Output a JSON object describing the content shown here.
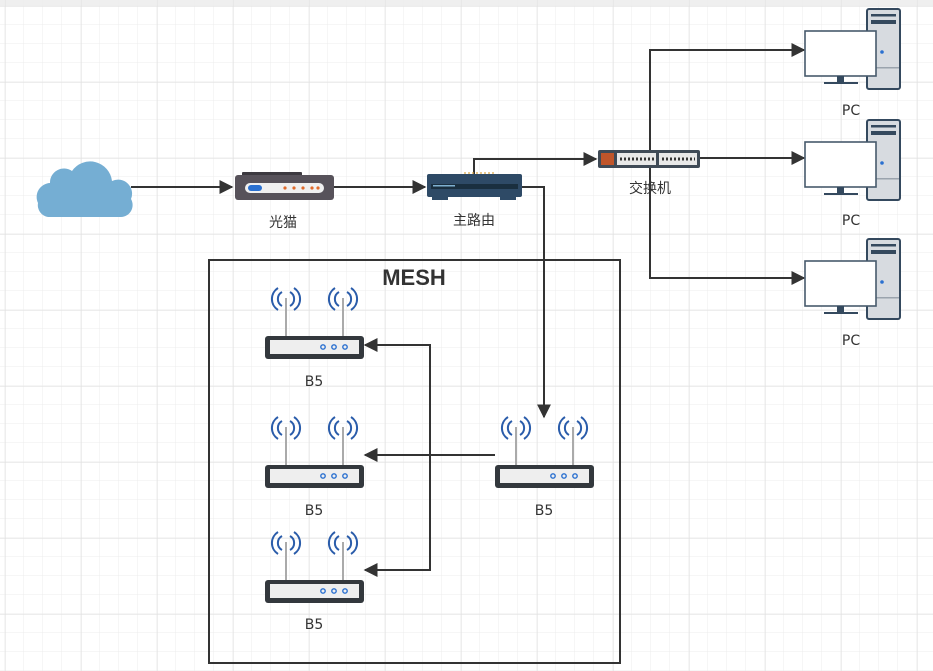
{
  "diagram": {
    "nodes": {
      "cloud": {
        "label": ""
      },
      "modem": {
        "label": "光猫"
      },
      "main_router": {
        "label": "主路由"
      },
      "switch": {
        "label": "交换机"
      },
      "pcs": [
        {
          "label": "PC"
        },
        {
          "label": "PC"
        },
        {
          "label": "PC"
        }
      ],
      "mesh_group": {
        "title": "MESH"
      },
      "mesh_nodes": [
        {
          "label": "B5"
        },
        {
          "label": "B5"
        },
        {
          "label": "B5"
        },
        {
          "label": "B5"
        }
      ]
    },
    "edges": [
      {
        "from": "cloud",
        "to": "modem"
      },
      {
        "from": "modem",
        "to": "main_router"
      },
      {
        "from": "main_router",
        "to": "switch"
      },
      {
        "from": "main_router",
        "to": "mesh_nodes.3"
      },
      {
        "from": "switch",
        "to": "pcs.0"
      },
      {
        "from": "switch",
        "to": "pcs.1"
      },
      {
        "from": "switch",
        "to": "pcs.2"
      },
      {
        "from": "mesh_nodes.3",
        "to": "mesh_nodes.1"
      },
      {
        "from": "mesh_nodes.3",
        "to": "mesh_nodes.0"
      },
      {
        "from": "mesh_nodes.3",
        "to": "mesh_nodes.2"
      }
    ],
    "colors": {
      "cloud": "#75aed3",
      "edge": "#333333",
      "router": "#2e4a66",
      "wifi": "#2a5caa"
    }
  }
}
